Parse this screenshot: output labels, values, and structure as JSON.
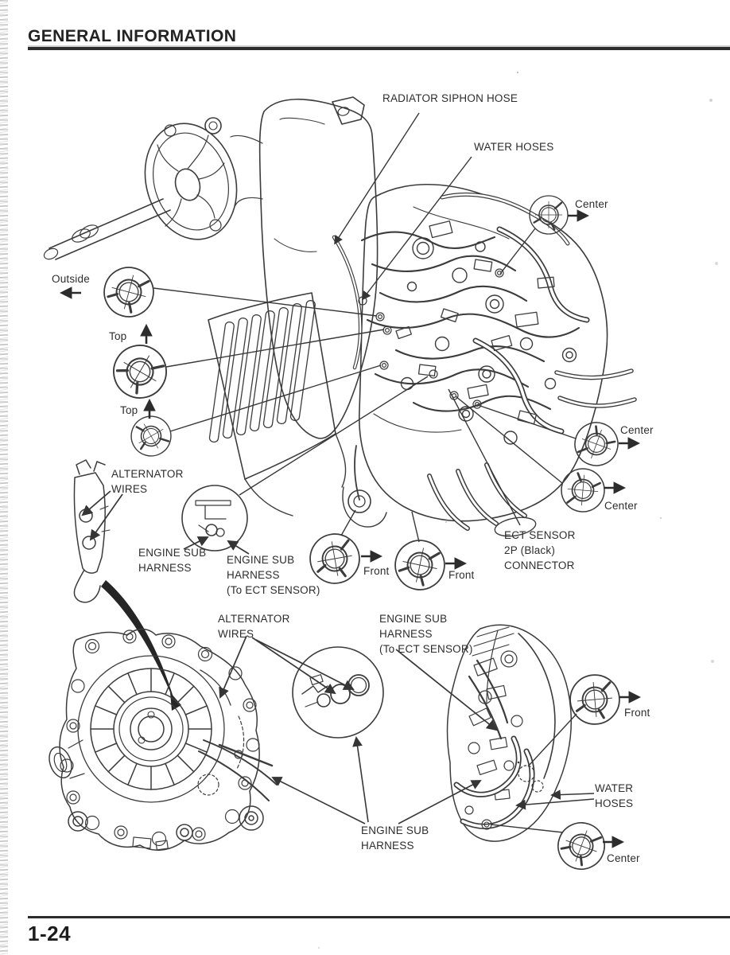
{
  "header": {
    "title": "GENERAL INFORMATION"
  },
  "footer": {
    "page_number": "1-24"
  },
  "colors": {
    "ink": "#3c3c3c",
    "paper": "#ffffff"
  },
  "figure": {
    "labels": {
      "radiator_siphon_hose": "RADIATOR SIPHON HOSE",
      "water_hoses_top": "WATER HOSES",
      "center_top_right": "Center",
      "outside": "Outside",
      "top_1": "Top",
      "top_2": "Top",
      "alternator_wires_upper": "ALTERNATOR\nWIRES",
      "engine_sub_harness": "ENGINE SUB\nHARNESS",
      "engine_sub_harness_ect": "ENGINE SUB\nHARNESS\n(To ECT SENSOR)",
      "front_left": "Front",
      "front_right": "Front",
      "center_mid_1": "Center",
      "center_mid_2": "Center",
      "ect_sensor_connector": "ECT SENSOR\n2P (Black)\nCONNECTOR",
      "alternator_wires_lower": "ALTERNATOR\nWIRES",
      "engine_sub_harness_ect_lower": "ENGINE SUB\nHARNESS\n(To ECT SENSOR)",
      "front_lower": "Front",
      "water_hoses_lower": "WATER\nHOSES",
      "engine_sub_harness_lower": "ENGINE SUB\nHARNESS",
      "center_lower": "Center"
    }
  }
}
